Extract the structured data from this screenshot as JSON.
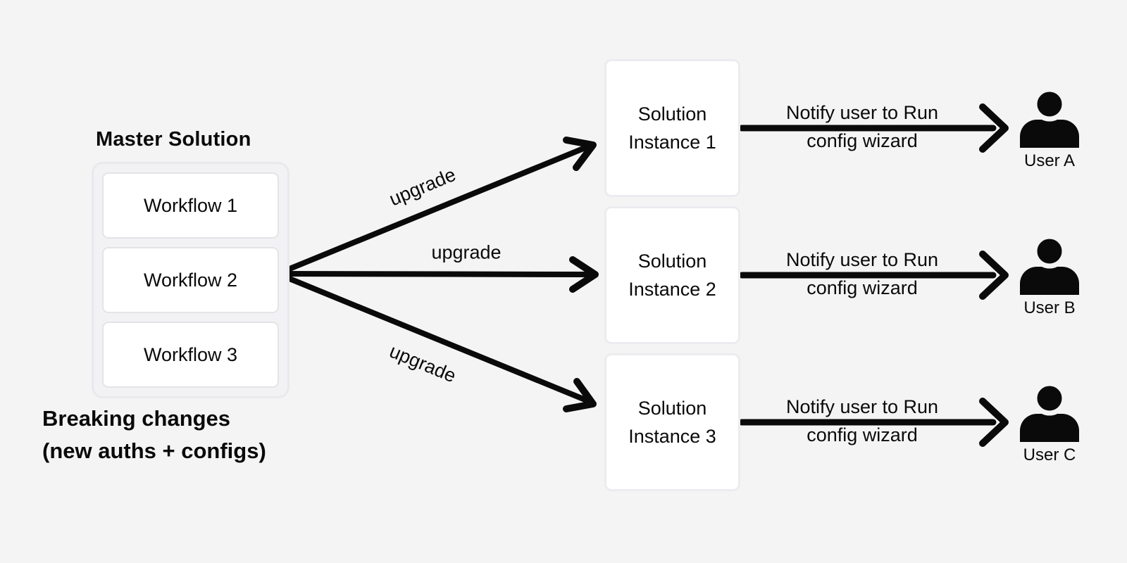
{
  "colors": {
    "background": "#f4f4f5",
    "ink": "#0a0a0a",
    "workflow_border": "#e4e4e7",
    "container_border": "#e9e9ed",
    "instance_border": "#ececf0",
    "box_fill": "#ffffff"
  },
  "master": {
    "title": "Master Solution",
    "workflows": [
      "Workflow 1",
      "Workflow 2",
      "Workflow 3"
    ]
  },
  "note": {
    "line1": "Breaking changes",
    "line2": "(new auths + configs)"
  },
  "fan": {
    "labels": [
      "upgrade",
      "upgrade",
      "upgrade"
    ]
  },
  "rows": [
    {
      "instance_line1": "Solution",
      "instance_line2": "Instance 1",
      "notify_line1": "Notify user to Run",
      "notify_line2": "config wizard",
      "user": "User A"
    },
    {
      "instance_line1": "Solution",
      "instance_line2": "Instance 2",
      "notify_line1": "Notify user to Run",
      "notify_line2": "config wizard",
      "user": "User B"
    },
    {
      "instance_line1": "Solution",
      "instance_line2": "Instance 3",
      "notify_line1": "Notify user to Run",
      "notify_line2": "config wizard",
      "user": "User C"
    }
  ]
}
